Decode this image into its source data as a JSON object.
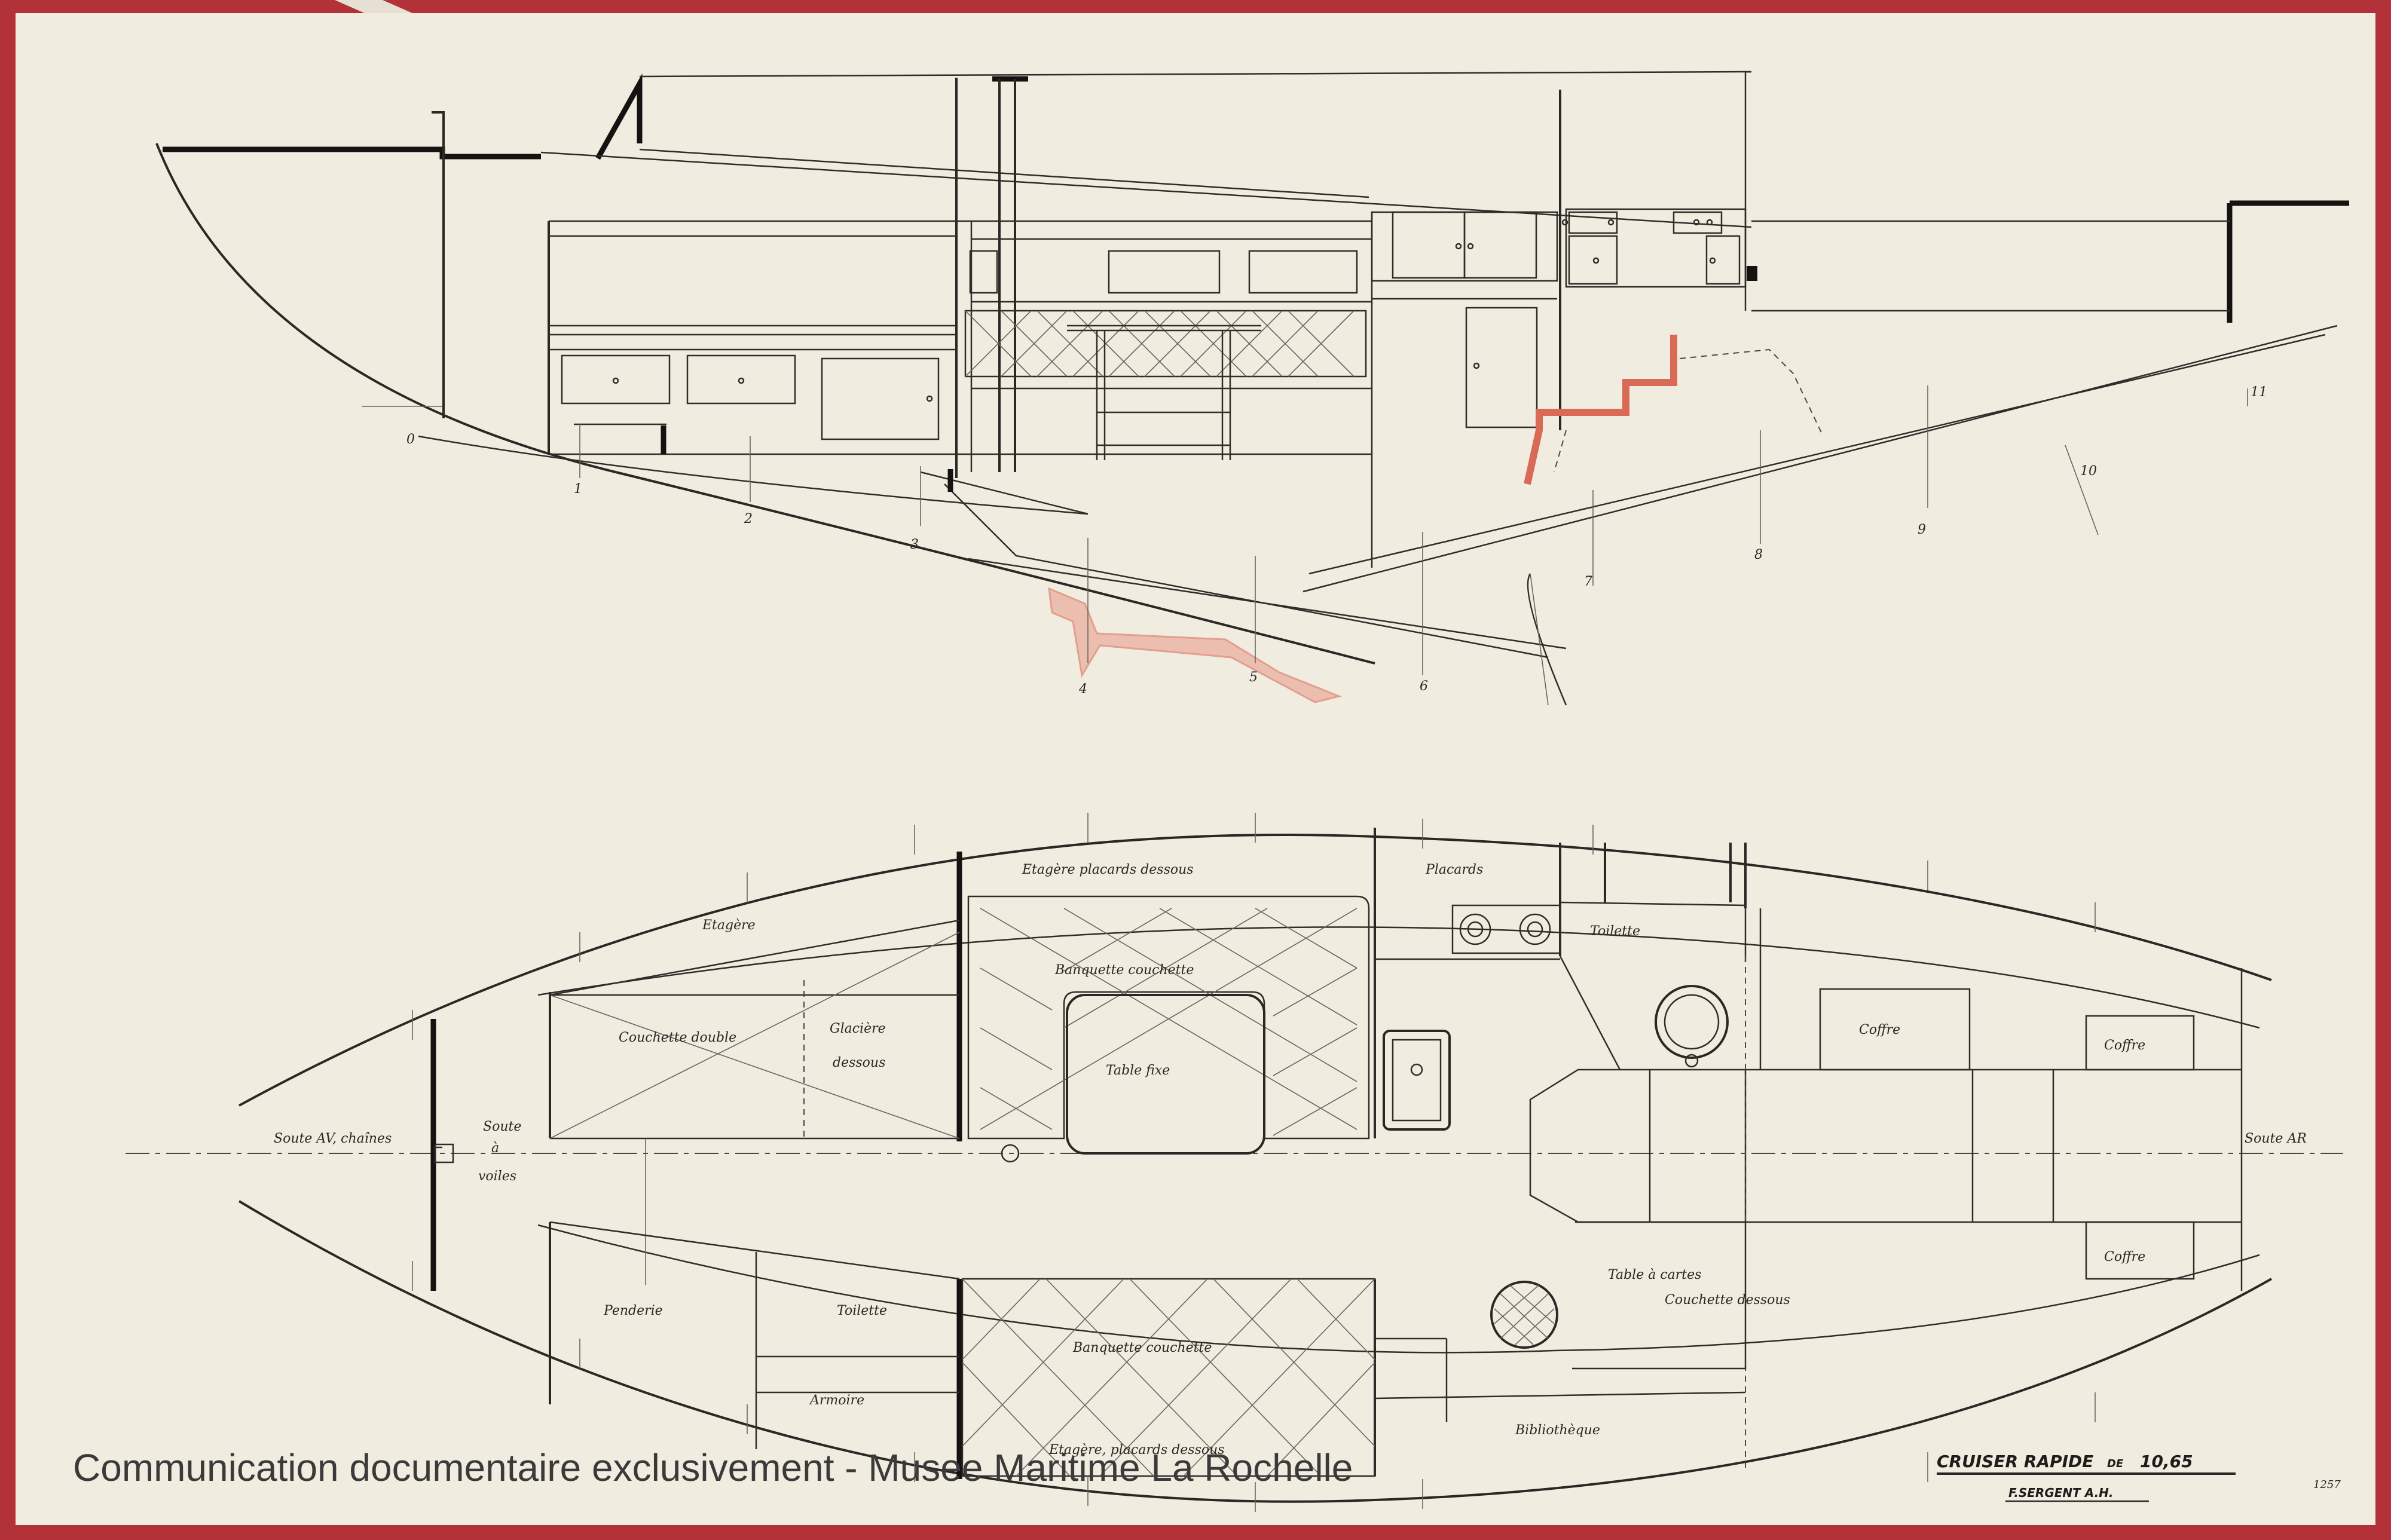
{
  "watermark": "Communication documentaire exclusivement - Musee Maritime La Rochelle",
  "title_block": {
    "title": "CRUISER RAPIDE",
    "length_prefix": "DE",
    "length": "10,65",
    "author": "F.SERGENT A.H.",
    "sheet_ref": "1257"
  },
  "station_numbers": [
    "0",
    "1",
    "2",
    "3",
    "4",
    "5",
    "6",
    "7",
    "8",
    "9",
    "10",
    "11"
  ],
  "plan_labels": {
    "etagere_placards_top": "Etagère placards dessous",
    "placards": "Placards",
    "etagere": "Etagère",
    "toilette_top": "Toilette",
    "banquette_couchette_top": "Banquette couchette",
    "couchette_double": "Couchette double",
    "glaciere": "Glacière",
    "glaciere_sub": "dessous",
    "table_fixe": "Table fixe",
    "coffre_1": "Coffre",
    "coffre_2": "Coffre",
    "coffre_3": "Coffre",
    "soute_av": "Soute AV, chaînes",
    "soute_voiles_1": "Soute",
    "soute_voiles_2": "à",
    "soute_voiles_3": "voiles",
    "soute_ar": "Soute AR",
    "penderie": "Penderie",
    "toilette_bottom": "Toilette",
    "armoire": "Armoire",
    "banquette_couchette_bottom": "Banquette couchette",
    "table_cartes": "Table à cartes",
    "couchette_dessous": "Couchette dessous",
    "bibliotheque": "Bibliothèque",
    "etagere_placards_bottom": "Etagère, placards dessous"
  },
  "colors": {
    "paper": "#f1ece0",
    "border": "#b3323a",
    "ink": "#2a2825",
    "red_pencil": "#d96a55"
  }
}
